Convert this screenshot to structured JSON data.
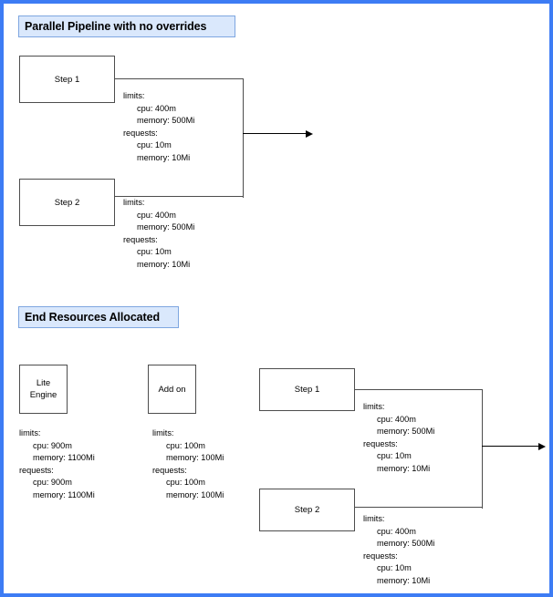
{
  "page": {
    "border_color": "#3d7cf4",
    "background": "#ffffff"
  },
  "sections": [
    {
      "banner": {
        "label": "Parallel Pipeline with no overrides",
        "fill": "#dae8fc",
        "stroke": "#7ea6e0"
      },
      "nodes": [
        {
          "label": "Step 1"
        },
        {
          "label": "Step 2"
        }
      ],
      "resources": [
        {
          "limits_label": "limits:",
          "limits_cpu": "cpu: 400m",
          "limits_memory": "memory: 500Mi",
          "requests_label": "requests:",
          "requests_cpu": "cpu: 10m",
          "requests_memory": "memory: 10Mi"
        },
        {
          "limits_label": "limits:",
          "limits_cpu": "cpu: 400m",
          "limits_memory": "memory: 500Mi",
          "requests_label": "requests:",
          "requests_cpu": "cpu: 10m",
          "requests_memory": "memory: 10Mi"
        }
      ]
    },
    {
      "banner": {
        "label": "End Resources Allocated",
        "fill": "#dae8fc",
        "stroke": "#7ea6e0"
      },
      "nodes": [
        {
          "label_line1": "Lite",
          "label_line2": "Engine"
        },
        {
          "label": "Add on"
        },
        {
          "label": "Step 1"
        },
        {
          "label": "Step 2"
        }
      ],
      "resources": [
        {
          "limits_label": "limits:",
          "limits_cpu": "cpu: 900m",
          "limits_memory": "memory: 1100Mi",
          "requests_label": "requests:",
          "requests_cpu": "cpu: 900m",
          "requests_memory": "memory: 1100Mi"
        },
        {
          "limits_label": "limits:",
          "limits_cpu": "cpu: 100m",
          "limits_memory": "memory: 100Mi",
          "requests_label": "requests:",
          "requests_cpu": "cpu: 100m",
          "requests_memory": "memory: 100Mi"
        },
        {
          "limits_label": "limits:",
          "limits_cpu": "cpu: 400m",
          "limits_memory": "memory: 500Mi",
          "requests_label": "requests:",
          "requests_cpu": "cpu: 10m",
          "requests_memory": "memory: 10Mi"
        },
        {
          "limits_label": "limits:",
          "limits_cpu": "cpu: 400m",
          "limits_memory": "memory: 500Mi",
          "requests_label": "requests:",
          "requests_cpu": "cpu: 10m",
          "requests_memory": "memory: 10Mi"
        }
      ]
    }
  ]
}
